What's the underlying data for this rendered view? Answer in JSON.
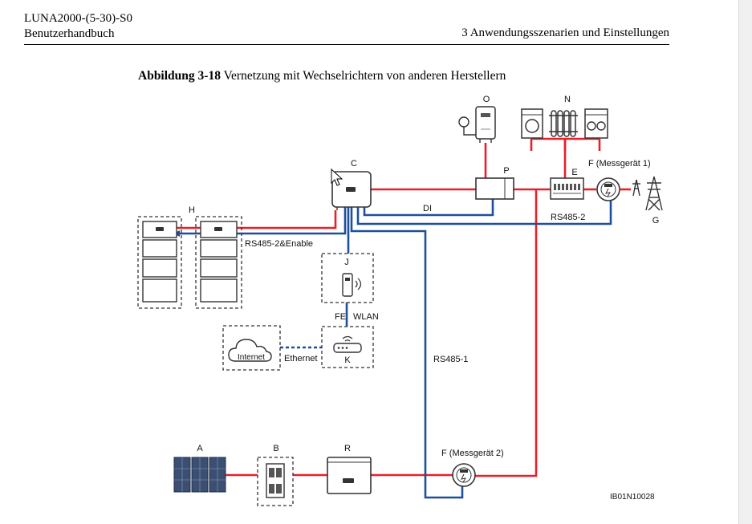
{
  "header": {
    "product": "LUNA2000-(5-30)-S0",
    "doc_type": "Benutzerhandbuch",
    "chapter": "3 Anwendungsszenarien und Einstellungen"
  },
  "caption": {
    "number": "Abbildung 3-18",
    "text": "Vernetzung mit Wechselrichtern von anderen Herstellern"
  },
  "diagram": {
    "labels": {
      "A": "A",
      "B": "B",
      "C": "C",
      "E": "E",
      "F1": "F (Messgerät 1)",
      "F2": "F (Messgerät 2)",
      "G": "G",
      "H": "H",
      "J": "J",
      "K": "K",
      "N": "N",
      "O": "O",
      "P": "P",
      "R": "R"
    },
    "links": {
      "di": "DI",
      "rs485_2_enable": "RS485-2&Enable",
      "rs485_2": "RS485-2",
      "rs485_1": "RS485-1",
      "fe": "FE",
      "wlan": "WLAN",
      "ethernet": "Ethernet",
      "internet": "Internet"
    },
    "figure_id": "IB01N10028"
  },
  "colors": {
    "power_line": "#e8202a",
    "signal_line": "#1d4f9c",
    "device_line": "#333333",
    "panel": "#3b4f73"
  }
}
